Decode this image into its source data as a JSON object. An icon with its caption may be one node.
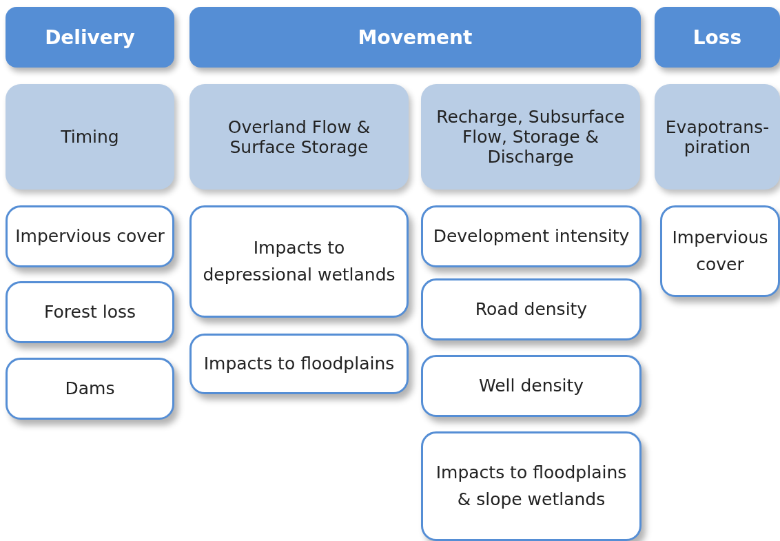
{
  "diagram": {
    "nodes": [
      {
        "text": [
          "Delivery"
        ]
      },
      {
        "text": [
          "Movement"
        ]
      },
      {
        "text": [
          "Loss"
        ]
      },
      {
        "text": [
          "Timing"
        ]
      },
      {
        "text": [
          "Overland Flow & Surface Storage"
        ]
      },
      {
        "text": [
          "Recharge, Subsurface Flow, Storage & Discharge"
        ]
      },
      {
        "text": [
          "Evapotrans-piration"
        ]
      },
      {
        "text": [
          "Impervious cover"
        ]
      },
      {
        "text": [
          "Forest loss"
        ]
      },
      {
        "text": [
          "Dams"
        ]
      },
      {
        "text": [
          "Impacts to depressional wetlands"
        ]
      },
      {
        "text": [
          "Impacts to floodplains"
        ]
      },
      {
        "text": [
          "Development intensity"
        ]
      },
      {
        "text": [
          "Road density"
        ]
      },
      {
        "text": [
          "Well density"
        ]
      },
      {
        "text": [
          "Impacts to floodplains & slope wetlands"
        ]
      },
      {
        "text": [
          "Impervious cover"
        ]
      }
    ]
  }
}
